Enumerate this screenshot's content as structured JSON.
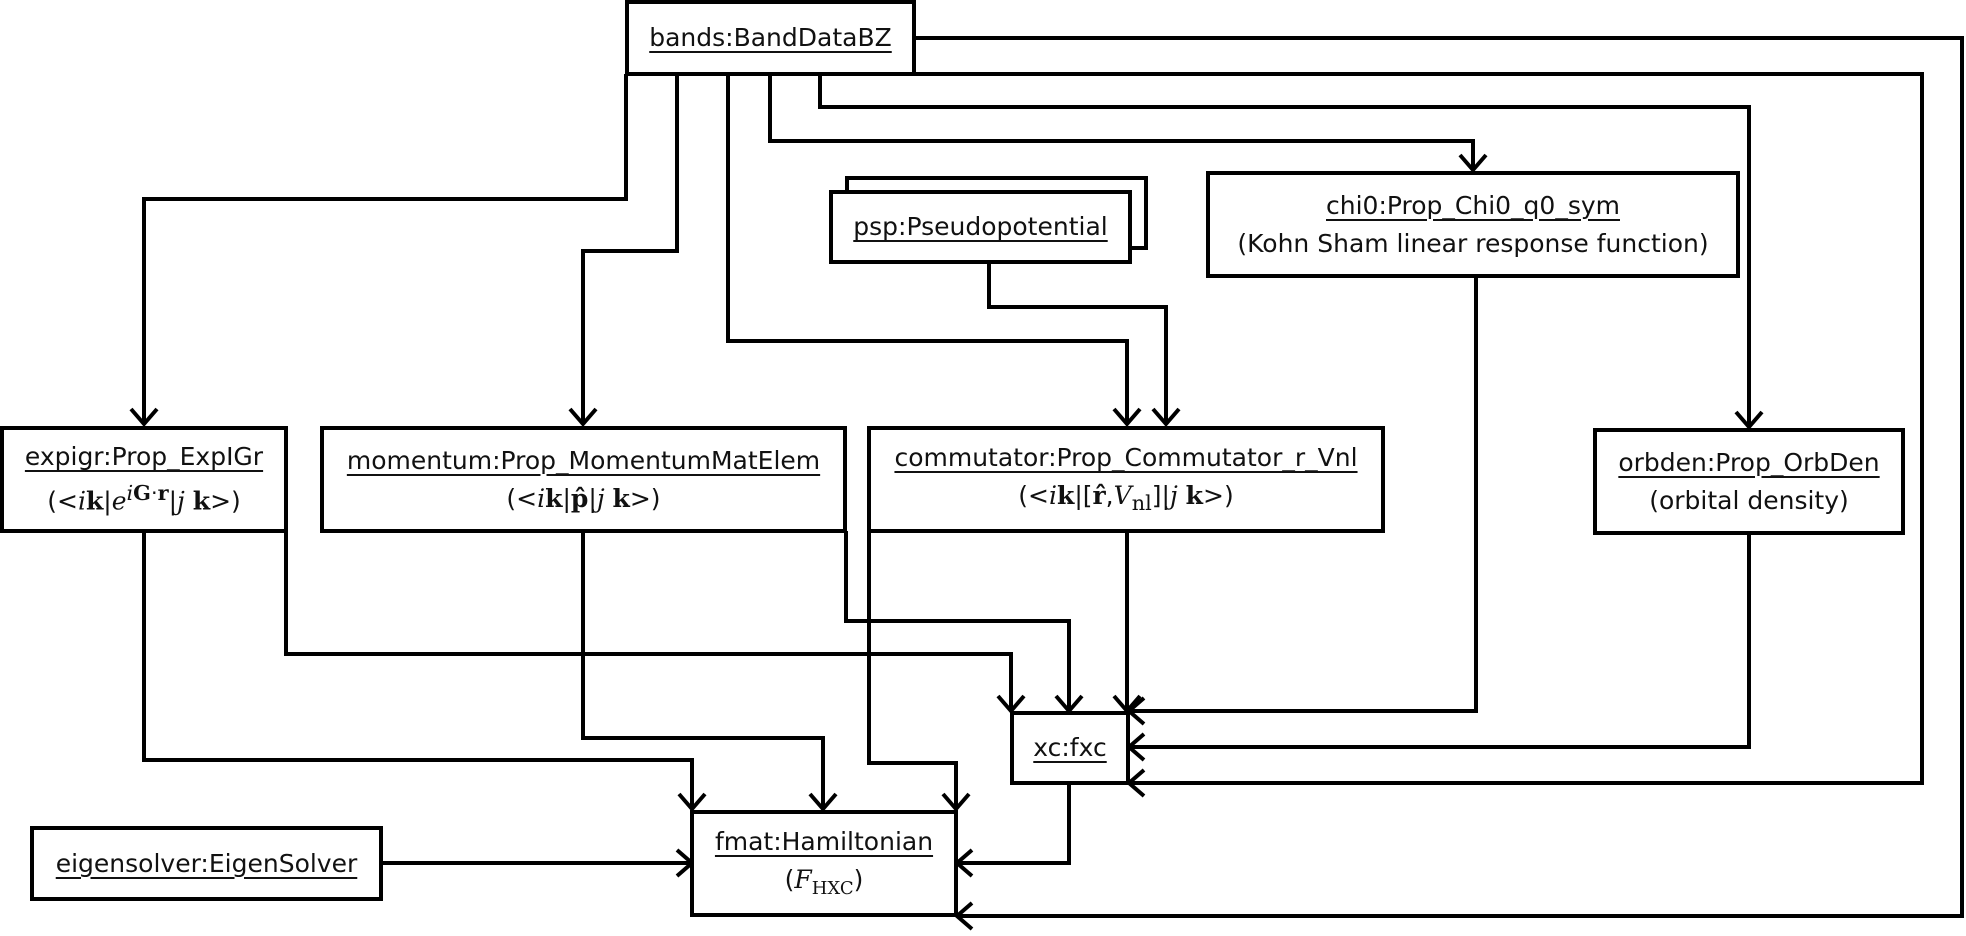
{
  "nodes": {
    "bands": {
      "title": "bands:BandDataBZ"
    },
    "psp": {
      "title": "psp:Pseudopotential"
    },
    "chi0": {
      "title": "chi0:Prop_Chi0_q0_sym",
      "subtitle": "(Kohn Sham linear response function)"
    },
    "expigr": {
      "title": "expigr:Prop_ExpIGr",
      "subtitle": "(<ik|e^{iG·r}|jk>)"
    },
    "momentum": {
      "title": "momentum:Prop_MomentumMatElem",
      "subtitle": "(<ik|p̂|jk>)"
    },
    "commutator": {
      "title": "commutator:Prop_Commutator_r_Vnl",
      "subtitle": "(<ik|[r̂,V_nl]|jk>)"
    },
    "orbden": {
      "title": "orbden:Prop_OrbDen",
      "subtitle": "(orbital density)"
    },
    "xc": {
      "title": "xc:fxc"
    },
    "eigensolver": {
      "title": "eigensolver:EigenSolver"
    },
    "fmat": {
      "title": "fmat:Hamiltonian",
      "subtitle": "(F_HXC)"
    }
  },
  "edges": [
    {
      "from": "bands",
      "to": "expigr"
    },
    {
      "from": "bands",
      "to": "momentum"
    },
    {
      "from": "bands",
      "to": "commutator"
    },
    {
      "from": "bands",
      "to": "chi0"
    },
    {
      "from": "bands",
      "to": "orbden"
    },
    {
      "from": "bands",
      "to": "xc"
    },
    {
      "from": "bands",
      "to": "fmat"
    },
    {
      "from": "psp",
      "to": "commutator"
    },
    {
      "from": "expigr",
      "to": "xc"
    },
    {
      "from": "expigr",
      "to": "fmat"
    },
    {
      "from": "momentum",
      "to": "xc"
    },
    {
      "from": "momentum",
      "to": "fmat"
    },
    {
      "from": "commutator",
      "to": "xc"
    },
    {
      "from": "commutator",
      "to": "fmat"
    },
    {
      "from": "chi0",
      "to": "xc"
    },
    {
      "from": "orbden",
      "to": "xc"
    },
    {
      "from": "xc",
      "to": "fmat"
    },
    {
      "from": "eigensolver",
      "to": "fmat"
    }
  ]
}
